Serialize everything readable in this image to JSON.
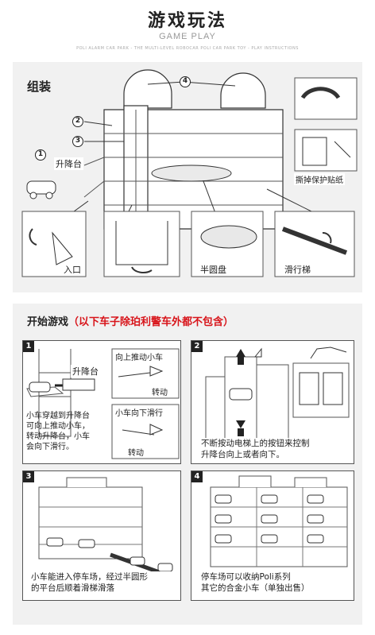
{
  "header": {
    "title": "游戏玩法",
    "subtitle": "GAME PLAY",
    "fine_print": "POLI ALARM CAR PARK - THE MULTI-LEVEL ROBOCAR POLI CAR PARK TOY - PLAY INSTRUCTIONS"
  },
  "assembly": {
    "heading": "组装",
    "numbers": [
      "1",
      "2",
      "3",
      "4"
    ],
    "lift_label": "升降台",
    "peel_label": "撕掉保护贴纸",
    "entrance_label": "入口",
    "halfdisc_label": "半圆盘",
    "slide_label": "滑行梯"
  },
  "play": {
    "heading": "开始游戏",
    "note": "（以下车子除珀利警车外都不包含）",
    "panels": [
      {
        "number": "1",
        "lift_label": "升降台",
        "push_up_label": "向上推动小车",
        "rotate_label_1": "转动",
        "slide_down_label": "小车向下滑行",
        "rotate_label_2": "转动",
        "caption": "小车穿越到升降台\n可向上推动小车，\n转动升降台，小车\n会向下滑行。"
      },
      {
        "number": "2",
        "caption": "不断按动电梯上的按钮来控制\n升降台向上或者向下。"
      },
      {
        "number": "3",
        "caption": "小车能进入停车场，经过半圆形\n的平台后顺着滑梯滑落"
      },
      {
        "number": "4",
        "caption": "停车场可以收纳Poli系列\n其它的合金小车（单独出售）"
      }
    ]
  },
  "colors": {
    "heading_red": "#d8141a",
    "section_bg": "#f1f1f1",
    "line": "#333333"
  }
}
